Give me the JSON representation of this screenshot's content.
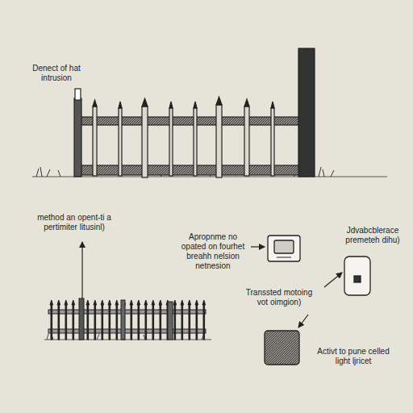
{
  "diagram": {
    "labels": [
      "Denect of hat intrusion",
      "method an opent-ti a pertimiter litusinl)",
      "Apropnme no opated on fourhet breahh nelsion netnesion",
      "Jdvabcblerace premeteh dihu)",
      "Transsted motoing vot oimgion)",
      "Activt to pune celled light ljricet"
    ]
  }
}
